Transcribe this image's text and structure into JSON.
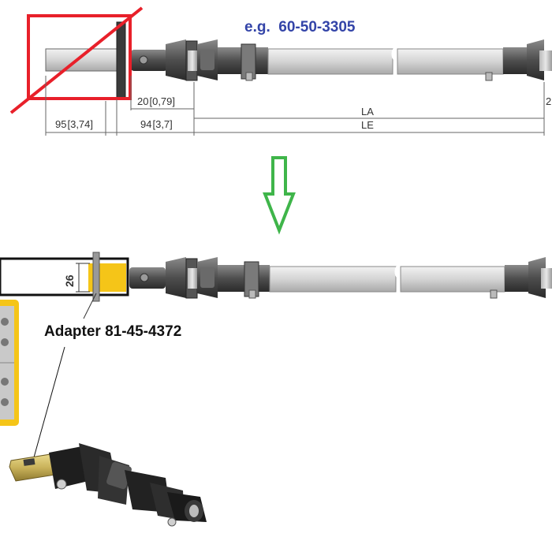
{
  "example": {
    "prefix": "e.g.",
    "part_number": "60-50-3305"
  },
  "dimensions": {
    "overhang": "95",
    "overhang_in": "3,74",
    "joint_gap": "20",
    "joint_gap_in": "0,79",
    "joint_length": "94",
    "joint_length_in": "3,7",
    "la": "LA",
    "le": "LE",
    "right_edge": "2",
    "adapter_width": "26"
  },
  "adapter": {
    "label": "Adapter 81-45-4372"
  },
  "colors": {
    "cross_out": "#e8202a",
    "arrow": "#3fb54a",
    "adapter_fill": "#f5c518",
    "title_blue": "#3344a8",
    "shaft_grey": "#d7d7d7",
    "joint_dark": "#4a4a4a"
  },
  "icons": {
    "arrow": "down-arrow-icon",
    "cross": "cross-out-icon"
  }
}
